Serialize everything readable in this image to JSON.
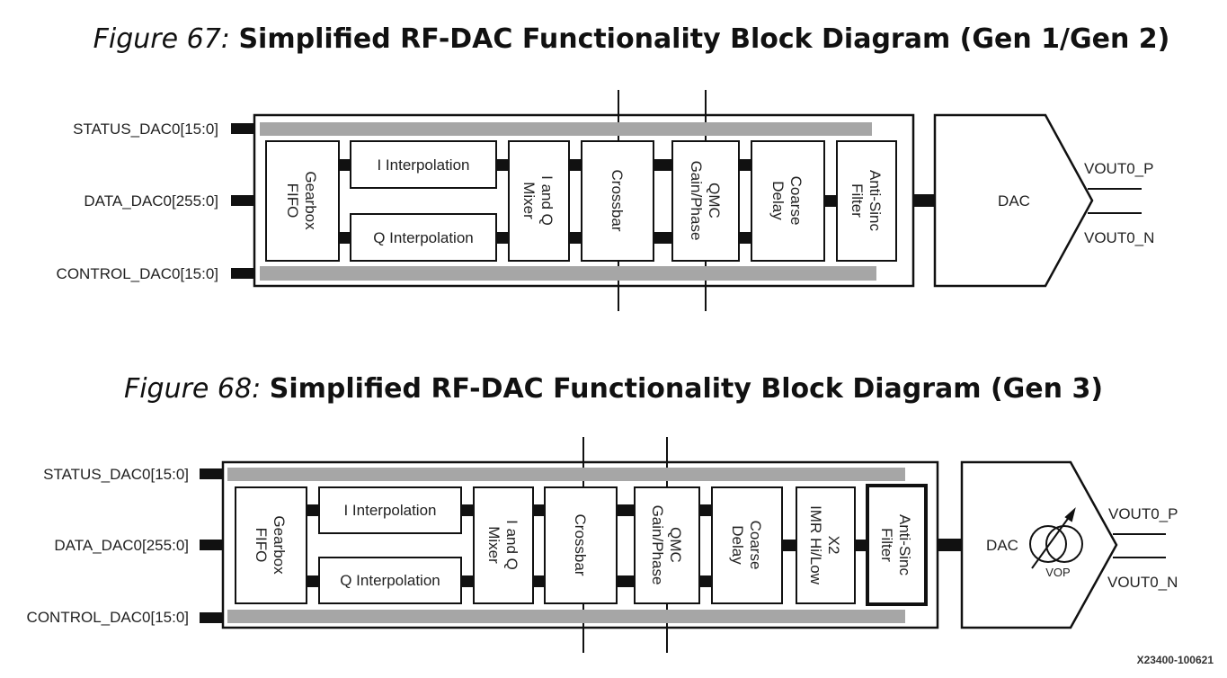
{
  "figures": [
    {
      "id": "fig67",
      "title_prefix": "Figure 67:",
      "title": "Simplified RF-DAC Functionality Block Diagram (Gen 1/Gen 2)",
      "inputs": [
        "STATUS_DAC0[15:0]",
        "DATA_DAC0[255:0]",
        "CONTROL_DAC0[15:0]"
      ],
      "blocks": {
        "gearbox": [
          "Gearbox",
          "FIFO"
        ],
        "i_interp": "I Interpolation",
        "q_interp": "Q Interpolation",
        "mixer": [
          "I and Q",
          "Mixer"
        ],
        "crossbar": "Crossbar",
        "qmc": [
          "QMC",
          "Gain/Phase"
        ],
        "coarse_delay": [
          "Coarse",
          "Delay"
        ],
        "anti_sinc": [
          "Anti-Sinc",
          "Filter"
        ]
      },
      "dac": {
        "label": "DAC"
      },
      "outputs": [
        "VOUT0_P",
        "VOUT0_N"
      ]
    },
    {
      "id": "fig68",
      "title_prefix": "Figure 68:",
      "title": "Simplified RF-DAC Functionality Block Diagram (Gen 3)",
      "inputs": [
        "STATUS_DAC0[15:0]",
        "DATA_DAC0[255:0]",
        "CONTROL_DAC0[15:0]"
      ],
      "blocks": {
        "gearbox": [
          "Gearbox",
          "FIFO"
        ],
        "i_interp": "I Interpolation",
        "q_interp": "Q Interpolation",
        "mixer": [
          "I and Q",
          "Mixer"
        ],
        "crossbar": "Crossbar",
        "qmc": [
          "QMC",
          "Gain/Phase"
        ],
        "coarse_delay": [
          "Coarse",
          "Delay"
        ],
        "imr": [
          "X2",
          "IMR Hi/Low"
        ],
        "anti_sinc": [
          "Anti-Sinc",
          "Filter"
        ]
      },
      "dac": {
        "label": "DAC",
        "vop_label": "VOP"
      },
      "outputs": [
        "VOUT0_P",
        "VOUT0_N"
      ]
    }
  ],
  "figure_code": "X23400-100621",
  "colors": {
    "line": "#111111",
    "bus_gray": "#a6a6a6",
    "text": "#222222"
  }
}
